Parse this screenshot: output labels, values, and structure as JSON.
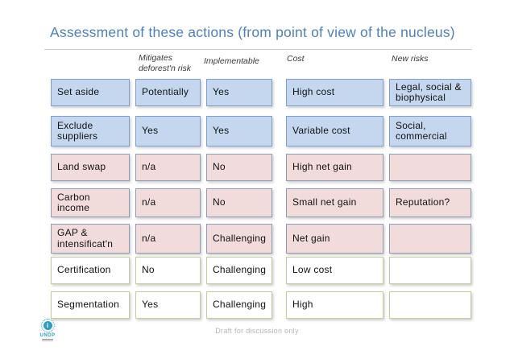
{
  "slide": {
    "title": "Assessment of these actions (from point of view of the nucleus)",
    "footer": "Draft for discussion only"
  },
  "colors": {
    "title_blue": "#4f81bd",
    "box_blue_fill": "#c4d7ee",
    "box_blue_border": "#7da0cc",
    "box_pink_fill": "#f2dcdb",
    "box_pink_border": "#8f9cb8",
    "box_plain_border": "#c2cc9c",
    "logo_teal": "#2b9fc0",
    "footer_gray": "#b5b5b5"
  },
  "table": {
    "column_headers": [
      "Mitigates deforest'n risk",
      "Implementable",
      "Cost",
      "New risks"
    ],
    "rows": [
      {
        "label": "Set aside",
        "status": "blue",
        "cells": [
          "Potentially",
          "Yes",
          "High cost",
          "Legal, social & biophysical"
        ]
      },
      {
        "label": "Exclude suppliers",
        "status": "blue",
        "cells": [
          "Yes",
          "Yes",
          "Variable cost",
          "Social, commercial"
        ]
      },
      {
        "label": "Land swap",
        "status": "pink",
        "cells": [
          "n/a",
          "No",
          "High net gain",
          ""
        ]
      },
      {
        "label": "Carbon income",
        "status": "pink",
        "cells": [
          "n/a",
          "No",
          "Small net gain",
          "Reputation?"
        ]
      },
      {
        "label": "GAP & intensificat'n",
        "status": "pink",
        "cells": [
          "n/a",
          "Challenging",
          "Net gain",
          ""
        ]
      },
      {
        "label": "Certification",
        "status": "plain",
        "cells": [
          "No",
          "Challenging",
          "Low cost",
          ""
        ]
      },
      {
        "label": "Segmentation",
        "status": "plain",
        "cells": [
          "Yes",
          "Challenging",
          "High",
          ""
        ]
      }
    ]
  },
  "logo": {
    "text": "UNDP"
  }
}
